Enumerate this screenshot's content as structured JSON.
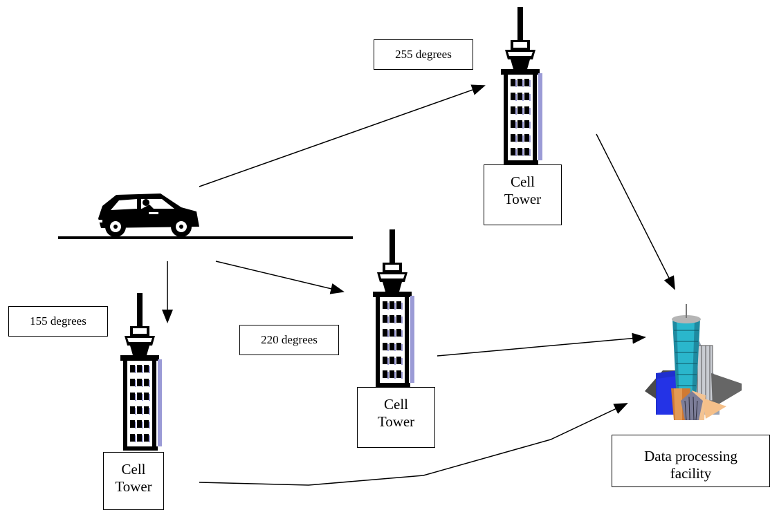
{
  "labels": {
    "bearing_top": "255 degrees",
    "bearing_left": "155 degrees",
    "bearing_mid": "220 degrees"
  },
  "towers": {
    "top": {
      "line1": "Cell",
      "line2": "Tower"
    },
    "middle": {
      "line1": "Cell",
      "line2": "Tower"
    },
    "bottom": {
      "line1": "Cell",
      "line2": "Tower"
    }
  },
  "facility": {
    "line1": "Data processing",
    "line2": "facility"
  },
  "icons": [
    "car-icon",
    "cell-tower-icon",
    "city-buildings-icon"
  ]
}
